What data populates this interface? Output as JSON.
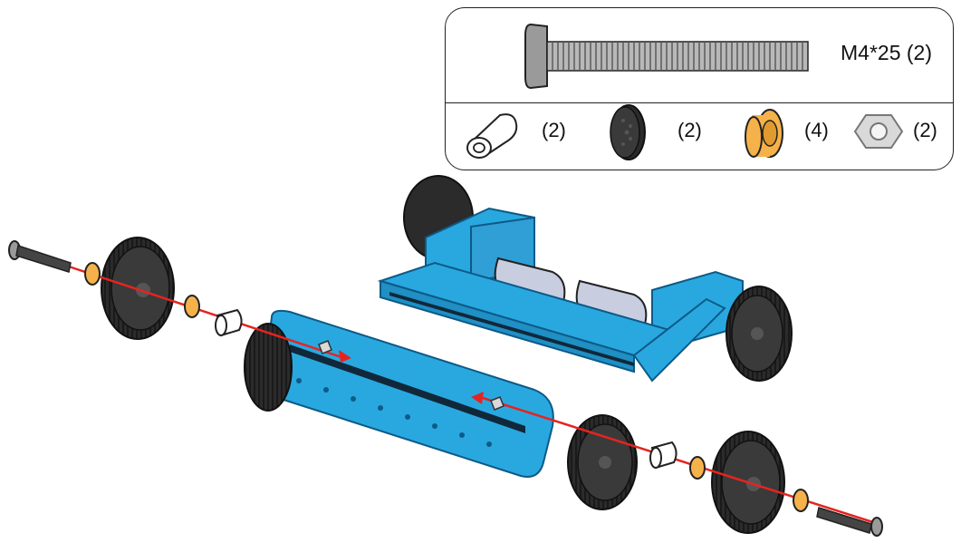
{
  "parts_panel": {
    "bolt": {
      "label": "M4*25 (2)",
      "icon": "button-head-screw-icon"
    },
    "parts": [
      {
        "icon": "spacer-tube-icon",
        "qty": "(2)"
      },
      {
        "icon": "black-gear-wheel-icon",
        "qty": "(2)"
      },
      {
        "icon": "flanged-bearing-icon",
        "qty": "(4)"
      },
      {
        "icon": "hex-nut-icon",
        "qty": "(2)"
      }
    ]
  },
  "colors": {
    "frame_blue": "#29a8e0",
    "frame_dark": "#0d5a86",
    "wheel_black": "#2b2b2b",
    "bearing_orange": "#f6b24a",
    "axis_red": "#e52421",
    "motor_gray": "#c9cde0"
  }
}
